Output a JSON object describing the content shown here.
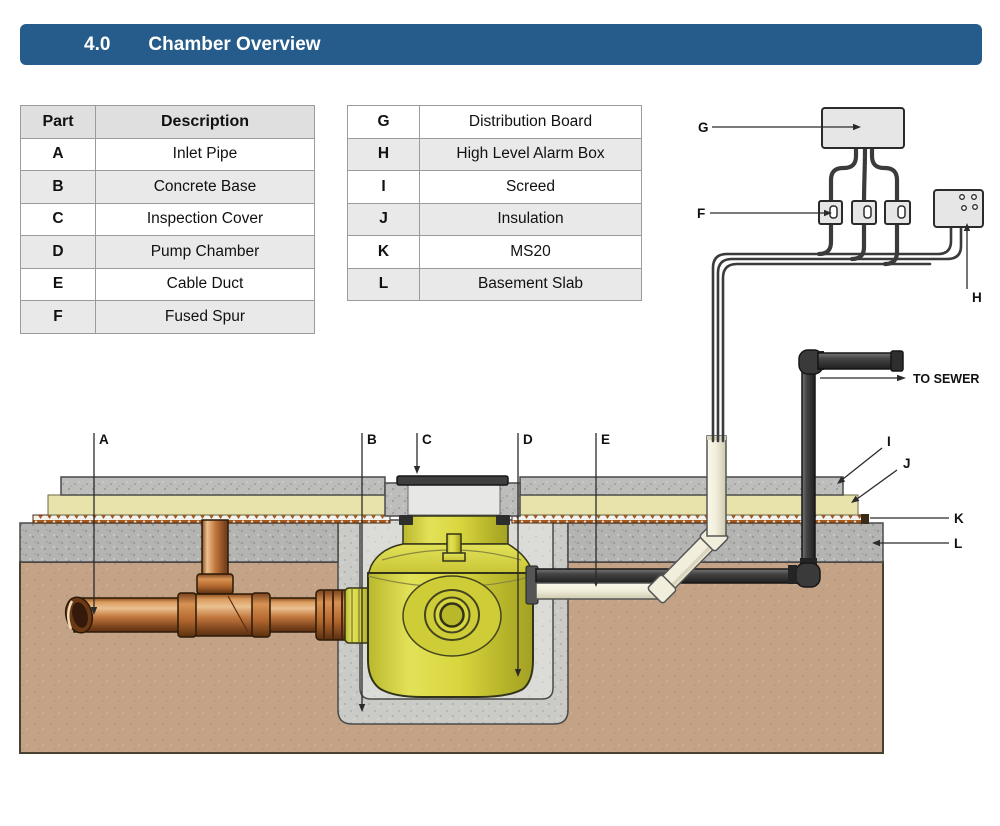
{
  "header": {
    "section_number": "4.0",
    "title": "Chamber Overview"
  },
  "legend_tables": {
    "left": {
      "headers": [
        "Part",
        "Description"
      ],
      "rows": [
        [
          "A",
          "Inlet Pipe"
        ],
        [
          "B",
          "Concrete Base"
        ],
        [
          "C",
          "Inspection Cover"
        ],
        [
          "D",
          "Pump Chamber"
        ],
        [
          "E",
          "Cable Duct"
        ],
        [
          "F",
          "Fused Spur"
        ]
      ]
    },
    "right": {
      "rows": [
        [
          "G",
          "Distribution Board"
        ],
        [
          "H",
          "High Level Alarm Box"
        ],
        [
          "I",
          "Screed"
        ],
        [
          "J",
          "Insulation"
        ],
        [
          "K",
          "MS20"
        ],
        [
          "L",
          "Basement Slab"
        ]
      ]
    }
  },
  "diagram": {
    "callouts": {
      "A": "A",
      "B": "B",
      "C": "C",
      "D": "D",
      "E": "E",
      "F": "F",
      "G": "G",
      "H": "H",
      "I": "I",
      "J": "J",
      "K": "K",
      "L": "L"
    },
    "to_sewer_label": "TO SEWER",
    "colors": {
      "header_bar_blue": "#265C8B",
      "pump_yellow": "#D8D63E",
      "inlet_pipe_orange": "#C4793F",
      "insulation_yellow": "#E7E3AB",
      "ms20_membrane_orange": "#A85A1E",
      "concrete_gray": "#B4B4B2",
      "earth_brown": "#C3A286",
      "cable_dark": "#3B3B3B",
      "duct_cream": "#F2EEDC"
    }
  }
}
